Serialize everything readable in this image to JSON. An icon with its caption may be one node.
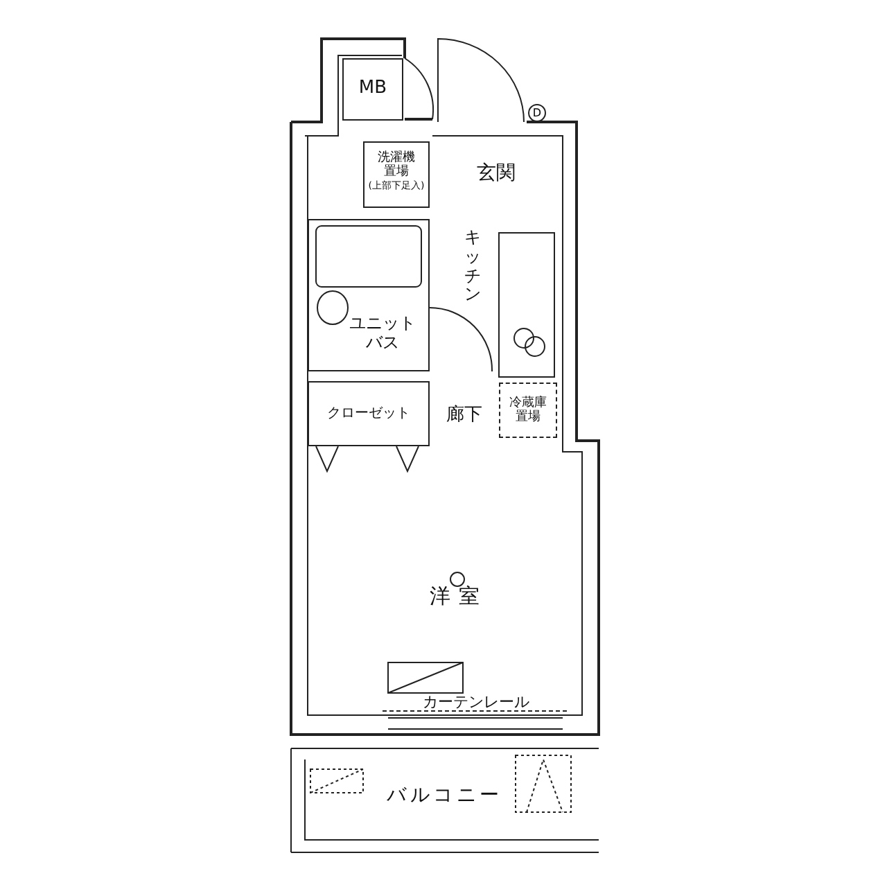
{
  "diagram": {
    "nodes": [
      {
        "text": [
          "MB"
        ]
      },
      {
        "text": [
          "洗濯機置場",
          "(上部下足入)"
        ]
      },
      {
        "text": [
          "玄関"
        ]
      },
      {
        "text": [
          "ユニットバス"
        ]
      },
      {
        "text": [
          "キッチン"
        ]
      },
      {
        "text": [
          "クローゼット"
        ]
      },
      {
        "text": [
          "廊下"
        ]
      },
      {
        "text": [
          "冷蔵庫置場"
        ]
      },
      {
        "text": [
          "洋室"
        ]
      },
      {
        "text": [
          "バルコニー"
        ]
      }
    ],
    "edges": [],
    "labels": [
      "D",
      "カーテンレール"
    ]
  }
}
